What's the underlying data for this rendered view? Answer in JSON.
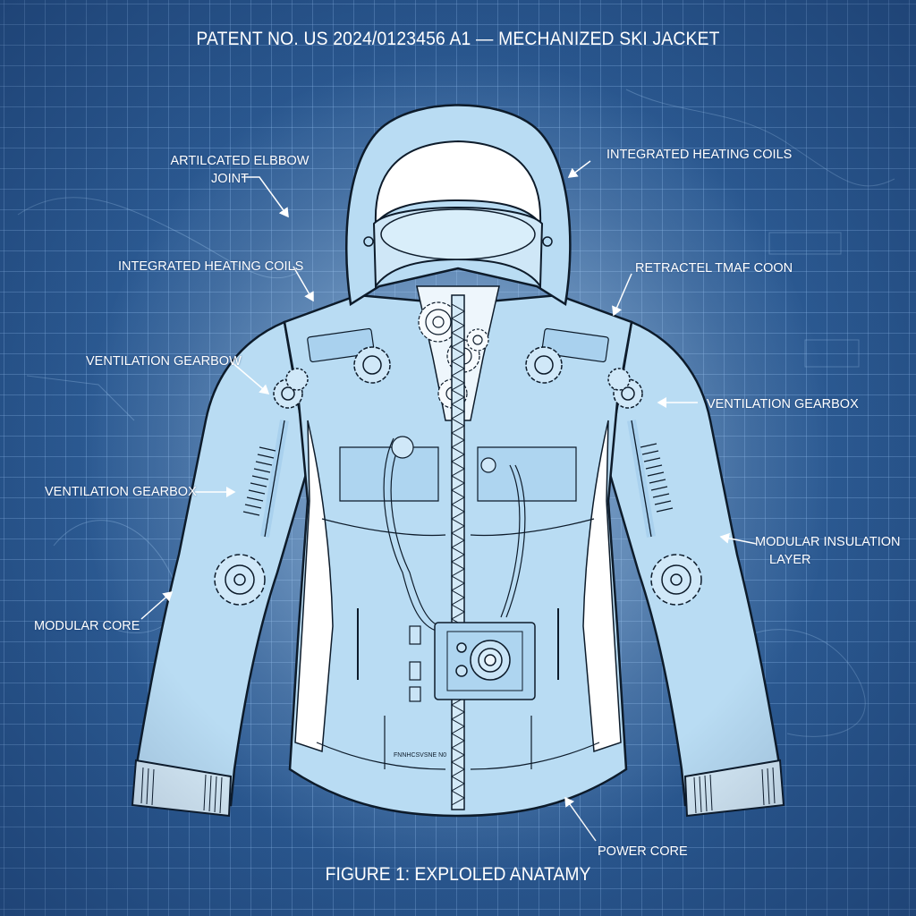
{
  "header": {
    "title": "PATENT NO. US 2024/0123456 A1  —  MECHANIZED SKI JACKET"
  },
  "footer": {
    "caption": "FIGURE 1: EXPLOLED ANATAMY"
  },
  "colors": {
    "background": "#2a5890",
    "grid_line": "#7fb0e3",
    "jacket_fill": "#b9dcf3",
    "jacket_inner": "#ffffff",
    "outline": "#0d1b2a",
    "label_text": "#ffffff"
  },
  "callouts": [
    {
      "id": "articulated-elbow-joint",
      "line1": "ARTILCATED ELBBOW",
      "line2": "JOINT",
      "side": "left"
    },
    {
      "id": "integrated-heating-coils-right",
      "line1": "INTEGRATED HEATING COILS",
      "side": "right"
    },
    {
      "id": "integrated-heating-coils-left",
      "line1": "INTEGRATED HEATING COILS",
      "side": "left"
    },
    {
      "id": "retractable-hood",
      "line1": "RETRACTEL TMΑF COON",
      "side": "right"
    },
    {
      "id": "ventilation-gearbox-upper-left",
      "line1": "VENTILATION GEARBOW",
      "side": "left"
    },
    {
      "id": "ventilation-gearbox-right",
      "line1": "VENTILATION GEARBOX",
      "side": "right"
    },
    {
      "id": "ventilation-gearbox-lower-left",
      "line1": "VENTILATION GEARBOX",
      "side": "left"
    },
    {
      "id": "modular-insulation-layer",
      "line1": "MODULAR INSULATION",
      "line2": "LAYER",
      "side": "right"
    },
    {
      "id": "modular-core",
      "line1": "MODULAR CORE",
      "side": "left"
    },
    {
      "id": "power-core",
      "line1": "POWER CORE",
      "side": "bottom"
    }
  ],
  "jacket": {
    "pocket_text": "FNNHCSVSNE N0"
  }
}
